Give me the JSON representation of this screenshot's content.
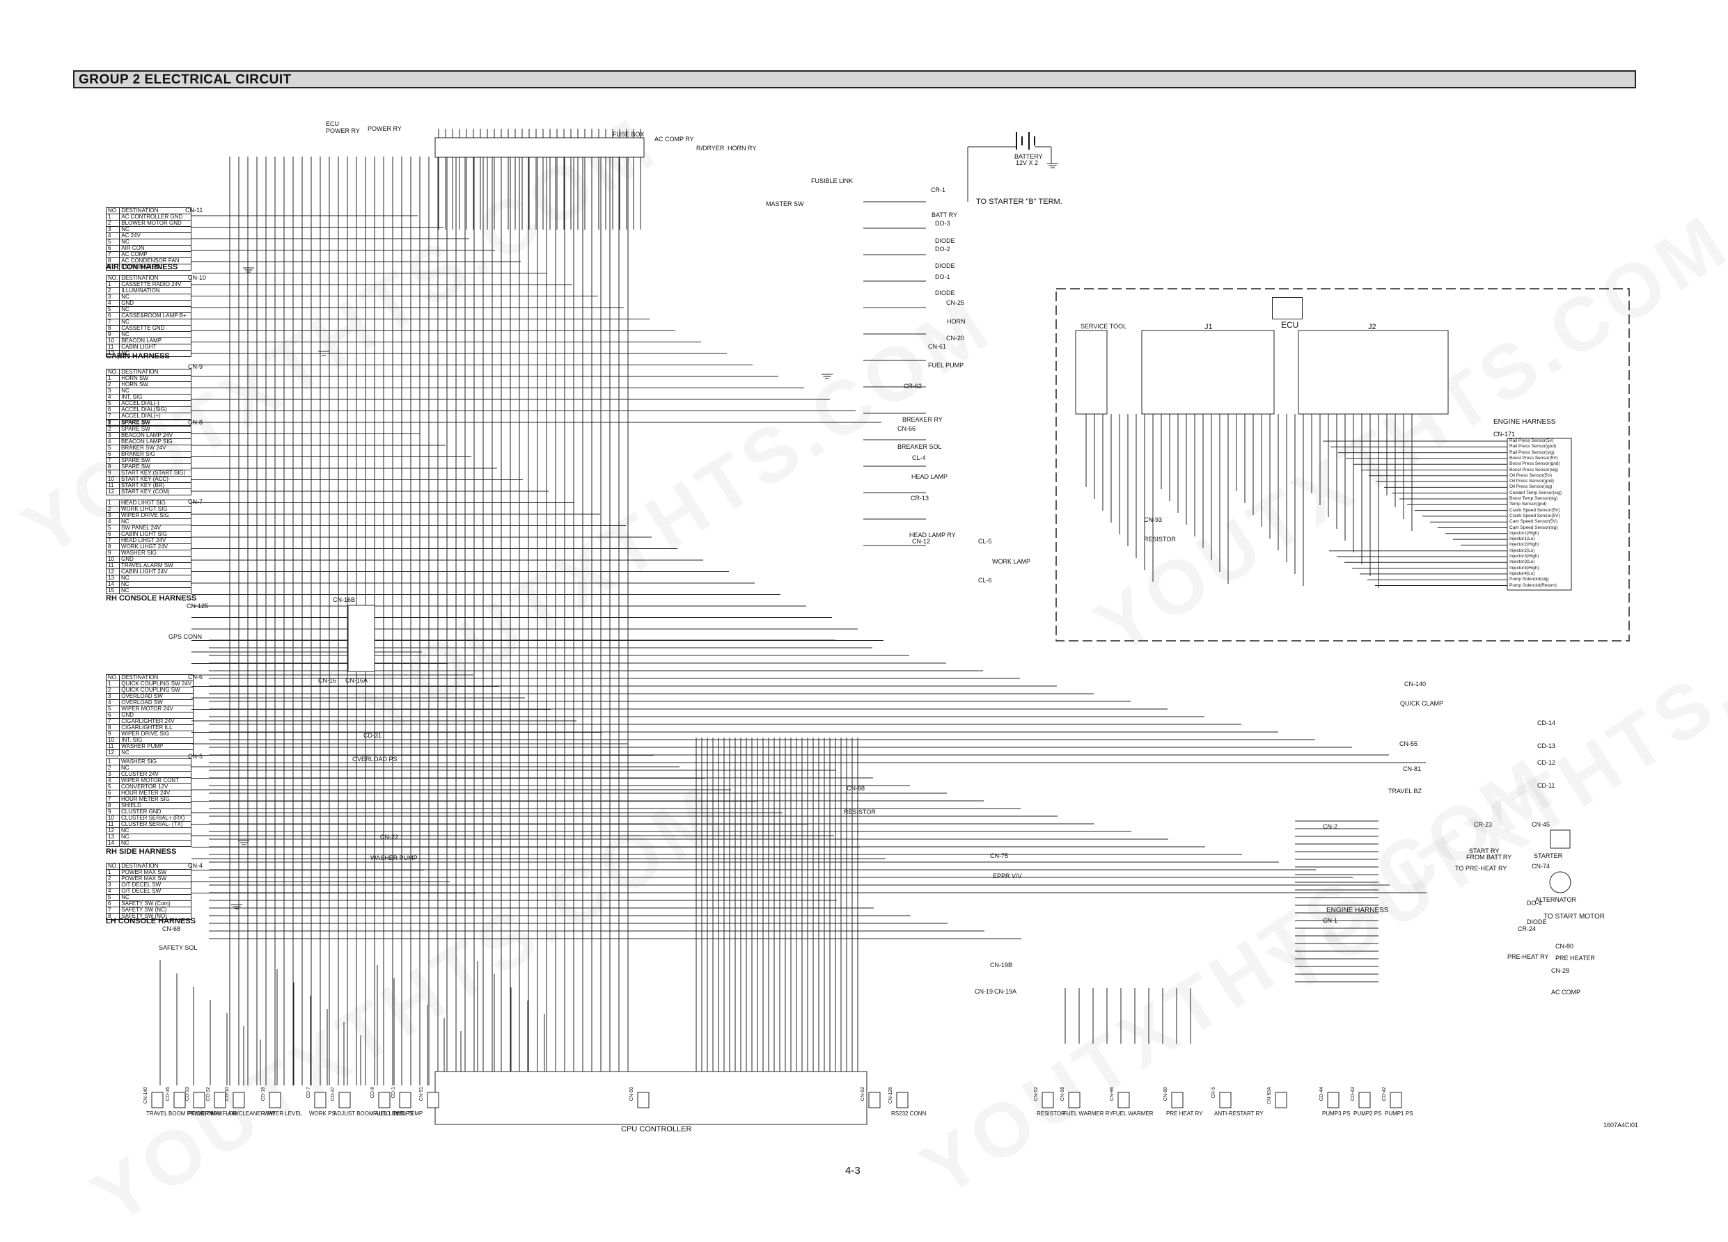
{
  "title": "GROUP  2  ELECTRICAL CIRCUIT",
  "page_number": "4-3",
  "doc_code": "1607A4CI01",
  "watermark_text": "YOUTXTHTS.COM",
  "harnesses": {
    "air_con": {
      "label": "AIR CON HARNESS",
      "connector": "CN-11",
      "header": [
        "NO.",
        "DESTINATION"
      ],
      "rows": [
        [
          "1",
          "AC CONTROLLER GND"
        ],
        [
          "2",
          "BLOWER MOTOR GND"
        ],
        [
          "3",
          "NC"
        ],
        [
          "4",
          "AC 24V"
        ],
        [
          "5",
          "NC"
        ],
        [
          "6",
          "AIR CON"
        ],
        [
          "7",
          "AC COMP"
        ],
        [
          "8",
          "AC CONDENSOR FAN"
        ],
        [
          "9",
          "ILLUMINATION"
        ]
      ]
    },
    "cabin": {
      "label": "CABIN HARNESS",
      "connector": "CN-10",
      "header": [
        "NO.",
        "DESTINATION"
      ],
      "rows": [
        [
          "1",
          "CASSETTE RADIO 24V"
        ],
        [
          "2",
          "ILLUMINATION"
        ],
        [
          "3",
          "NC"
        ],
        [
          "4",
          "GND"
        ],
        [
          "5",
          "NC"
        ],
        [
          "6",
          "CASSE&ROOM LAMP B+"
        ],
        [
          "7",
          "NC"
        ],
        [
          "8",
          "CASSETTE GND"
        ],
        [
          "9",
          "NC"
        ],
        [
          "10",
          "BEACON LAMP"
        ],
        [
          "11",
          "CABIN LIGHT"
        ],
        [
          "12",
          "NC"
        ]
      ]
    },
    "rh_console": {
      "label": "RH CONSOLE HARNESS",
      "connector_groups": [
        {
          "connector": "CN-9",
          "header": [
            "NO.",
            "DESTINATION"
          ],
          "rows": [
            [
              "1",
              "HORN SW"
            ],
            [
              "2",
              "HORN SW"
            ],
            [
              "3",
              "NC"
            ],
            [
              "4",
              "INT. SIG"
            ],
            [
              "5",
              "ACCEL DIAL(-)"
            ],
            [
              "6",
              "ACCEL DIAL(SIG)"
            ],
            [
              "7",
              "ACCEL DIAL(+)"
            ],
            [
              "8",
              "SPARE SW"
            ]
          ]
        },
        {
          "connector": "CN-8",
          "header": [],
          "rows": [
            [
              "1",
              "SPARE SW"
            ],
            [
              "2",
              "SPARE SW"
            ],
            [
              "3",
              "BEACON LAMP 24V"
            ],
            [
              "4",
              "BEACON LAMP SIG"
            ],
            [
              "5",
              "BRAKER SW 24V"
            ],
            [
              "6",
              "BRAKER SIG"
            ],
            [
              "7",
              "SPARE SW"
            ],
            [
              "8",
              "SPARE SW"
            ],
            [
              "9",
              "START KEY (START SIG)"
            ],
            [
              "10",
              "START KEY (ACC)"
            ],
            [
              "11",
              "START KEY (BR)"
            ],
            [
              "12",
              "START KEY (COM)"
            ]
          ]
        },
        {
          "connector": "CN-7",
          "header": [],
          "rows": [
            [
              "1",
              "HEAD LIHGT SIG"
            ],
            [
              "2",
              "WORK LIHGT SIG"
            ],
            [
              "3",
              "WIPER DRIVE SIG"
            ],
            [
              "4",
              "NC"
            ],
            [
              "5",
              "SW PANEL 24V"
            ],
            [
              "6",
              "CABIN LIGHT SIG"
            ],
            [
              "7",
              "HEAD LIHGT 24V"
            ],
            [
              "8",
              "WORK LIHGT 24V"
            ],
            [
              "9",
              "WASHER SIG"
            ],
            [
              "10",
              "GND"
            ],
            [
              "11",
              "TRAVEL ALARM SW"
            ],
            [
              "12",
              "CABIN LIGHT 24V"
            ],
            [
              "13",
              "NC"
            ],
            [
              "14",
              "NC"
            ],
            [
              "15",
              "NC"
            ]
          ]
        }
      ]
    },
    "rh_side": {
      "label": "RH SIDE HARNESS",
      "connector_groups": [
        {
          "connector": "CN-6",
          "header": [
            "NO.",
            "DESTINATION"
          ],
          "rows": [
            [
              "1",
              "QUICK COUPLING SW 24V"
            ],
            [
              "2",
              "QUICK COUPLING SW"
            ],
            [
              "3",
              "OVERLOAD SW"
            ],
            [
              "4",
              "OVERLOAD SW"
            ],
            [
              "5",
              "WIPER MOTOR 24V"
            ],
            [
              "6",
              "GND"
            ],
            [
              "7",
              "CIGARLIGHTER 24V"
            ],
            [
              "8",
              "CIGARLIGHTER ILL"
            ],
            [
              "9",
              "WIPER DRIVE SIG"
            ],
            [
              "10",
              "INT. SIG"
            ],
            [
              "11",
              "WASHER PUMP"
            ],
            [
              "12",
              "NC"
            ]
          ]
        },
        {
          "connector": "CN-5",
          "header": [],
          "rows": [
            [
              "1",
              "WASHER SIG"
            ],
            [
              "2",
              "NC"
            ],
            [
              "3",
              "CLUSTER 24V"
            ],
            [
              "4",
              "WIPER MOTOR CONT"
            ],
            [
              "5",
              "CONVERTOR 12V"
            ],
            [
              "6",
              "HOUR METER 24V"
            ],
            [
              "7",
              "HOUR METER SIG"
            ],
            [
              "8",
              "SHIELD"
            ],
            [
              "9",
              "CLUSTER GND"
            ],
            [
              "10",
              "CLUSTER SERIAL+ (RX)"
            ],
            [
              "11",
              "CLUSTER SERIAL- (TX)"
            ],
            [
              "12",
              "NC"
            ],
            [
              "13",
              "NC"
            ],
            [
              "14",
              "NC"
            ]
          ]
        }
      ]
    },
    "lh_console": {
      "label": "LH CONSOLE HARNESS",
      "connector": "CN-4",
      "header": [
        "NO.",
        "DESTINATION"
      ],
      "rows": [
        [
          "1",
          "POWER MAX SW"
        ],
        [
          "2",
          "POWER MAX SW"
        ],
        [
          "3",
          "O/T DECEL SW"
        ],
        [
          "4",
          "O/T DECEL SW"
        ],
        [
          "5",
          "NC"
        ],
        [
          "6",
          "SAFETY SW (Com)"
        ],
        [
          "7",
          "SAFETY SW (NC)"
        ],
        [
          "8",
          "SAFETY SW (NO)"
        ]
      ]
    }
  },
  "top_components": {
    "ecu_power_ry": "ECU\nPOWER RY",
    "power_ry": "POWER RY",
    "fuse_box": "FUSE BOX",
    "ac_comp_ry": "AC COMP RY",
    "r_dryer": "R/DRYER",
    "horn_ry": "HORN RY",
    "master_sw": "MASTER SW",
    "fusible_link": "FUSIBLE LINK",
    "battery": "BATTERY",
    "battery_spec": "12V X 2",
    "to_starter": "TO STARTER \"B\" TERM."
  },
  "right_components": [
    {
      "cn": "CR-1",
      "label": "BATT RY"
    },
    {
      "cn": "DO-3",
      "label": "DIODE"
    },
    {
      "cn": "DO-2",
      "label": "DIODE"
    },
    {
      "cn": "DO-1",
      "label": "DIODE"
    },
    {
      "cn": "CN-25",
      "label": "HORN"
    },
    {
      "cn": "CN-20",
      "label": ""
    },
    {
      "cn": "CN-61",
      "label": "FUEL PUMP"
    },
    {
      "cn": "CR-62",
      "label": "BREAKER RY"
    },
    {
      "cn": "CN-66",
      "label": "BREAKER SOL"
    },
    {
      "cn": "CL-4",
      "label": "HEAD LAMP"
    },
    {
      "cn": "CR-13",
      "label": "HEAD LAMP RY"
    },
    {
      "cn": "CN-12",
      "label": ""
    },
    {
      "cn": "CL-5",
      "label": "WORK LAMP"
    },
    {
      "cn": "CL-6",
      "label": ""
    }
  ],
  "ecu": {
    "label": "ECU",
    "service_tool": "SERVICE TOOL",
    "j1": "J1",
    "j2": "J2",
    "pins": [
      "J1",
      "J2"
    ],
    "resistor_cn": "CN-93",
    "resistor": "RESISTOR"
  },
  "engine_harness_top": {
    "label": "ENGINE HARNESS",
    "connector": "CN-171",
    "signals": [
      "Rail Press Sensor(5v)",
      "Rail Press Sensor(gnd)",
      "Rail Press Sensor(sig)",
      "Boost Press Sensor(5V)",
      "Boost Press Sensor(gnd)",
      "Boost Press Sensor(sig)",
      "Oil Press Sensor(5V)",
      "Oil Press Sensor(gnd)",
      "Oil Press Sensor(sig)",
      "Coolant Temp Sensor(sig)",
      "Boost Temp Sensor(sig)",
      "Temp Sensor(gnd)",
      "Crank Speed Sensor(5V)",
      "Crank Speed Sensor(5V)",
      "Cam Speed Sensor(5V)",
      "Cam Speed Sensor(sig)",
      "Injector1(High)",
      "Injector1(Lo)",
      "Injector2(High)",
      "Injector2(Lo)",
      "Injector3(High)",
      "Injector3(Lo)",
      "Injector4(High)",
      "Injector4(Lo)",
      "Pump Solenoid(sig)",
      "Pump Solenoid(Return)"
    ]
  },
  "right_lower": {
    "quick_clamp": {
      "cn": "CN-140",
      "label": "QUICK CLAMP"
    },
    "pressure_switches": [
      "CD-14",
      "CD-13",
      "CD-12",
      "CD-11"
    ],
    "travel_bz": {
      "cn": "CN-81",
      "label": "TRAVEL BZ"
    },
    "cn55": "CN-55",
    "starter_ry": {
      "cn": "CR-23",
      "label": "START RY"
    },
    "starter": {
      "cn": "CN-45",
      "label": "STARTER"
    },
    "from_batt_ry": "FROM BATT.RY",
    "to_preheat_ry": "TO PRE-HEAT RY",
    "alternator": {
      "cn": "CN-74",
      "label": "ALTERNATOR"
    },
    "diode": {
      "cn": "DO-4",
      "label": "DIODE"
    },
    "to_start_motor": "TO START MOTOR",
    "preheat_ry": {
      "cn": "CR-24",
      "label": "PRE-HEAT RY"
    },
    "pre_heater": {
      "cn": "CN-80",
      "label": "PRE HEATER"
    },
    "ac_comp": {
      "cn": "CN-28",
      "label": "AC COMP"
    },
    "engine_harness_label": "ENGINE HARNESS",
    "cn2": "CN-2",
    "cn1": "CN-1"
  },
  "middle_components": {
    "gps_conn": {
      "cn": "CN-125",
      "label": "GPS CONN"
    },
    "cn16b": "CN-16B",
    "cn16": "CN-16",
    "cn16a": "CN-16A",
    "overload_ps": {
      "cn": "CD-31",
      "label": "OVERLOAD PS"
    },
    "washer_pump": {
      "cn": "CN-22",
      "label": "WASHER PUMP"
    },
    "resistor98": {
      "cn": "CN-98",
      "label": "RESISTOR"
    },
    "eppr": {
      "cn": "CN-75",
      "label": "EPPR V/V"
    },
    "safety_sol": {
      "cn": "CN-68",
      "label": "SAFETY SOL"
    },
    "cn19b": "CN-19B",
    "cn19": "CN-19",
    "cn19a": "CN-19A"
  },
  "bottom_components": [
    {
      "cn": "CN-140",
      "label": "TRAVEL"
    },
    {
      "cn": "CD-35",
      "label": "BOOM PRIORITY"
    },
    {
      "cn": "CD-33",
      "label": "POWER MAX"
    },
    {
      "cn": "CD-32",
      "label": "MAX FLOW"
    },
    {
      "cn": "CD-10",
      "label": "AIR CLEANER SW"
    },
    {
      "cn": "CD-18",
      "label": "WATER LEVEL"
    },
    {
      "cn": "CD-7",
      "label": "WORK PS"
    },
    {
      "cn": "CD-37",
      "label": "ADJUST BOOM AUTO IDLE PS"
    },
    {
      "cn": "CD-8",
      "label": "FUEL LEVEL"
    },
    {
      "cn": "CD-1",
      "label": "HYD TEMP"
    },
    {
      "cn": "CN-51",
      "label": ""
    },
    {
      "cn": "CN-50",
      "label": ""
    },
    {
      "cn": "CN-92",
      "label": ""
    },
    {
      "cn": "CN-126",
      "label": "RS232 CONN"
    },
    {
      "cn": "CN-52",
      "label": "RESISTOR"
    },
    {
      "cn": "CN-98",
      "label": "FUEL WARMER RY"
    },
    {
      "cn": "CN-96",
      "label": "FUEL WARMER"
    },
    {
      "cn": "CN-80",
      "label": "PRE HEAT RY"
    },
    {
      "cn": "CR-5",
      "label": "ANTI-RESTART RY"
    },
    {
      "cn": "CN-92A",
      "label": ""
    },
    {
      "cn": "CD-44",
      "label": "PUMP3 PS"
    },
    {
      "cn": "CD-43",
      "label": "PUMP2 PS"
    },
    {
      "cn": "CD-42",
      "label": "PUMP1 PS"
    }
  ],
  "cpu_controller": "CPU CONTROLLER"
}
